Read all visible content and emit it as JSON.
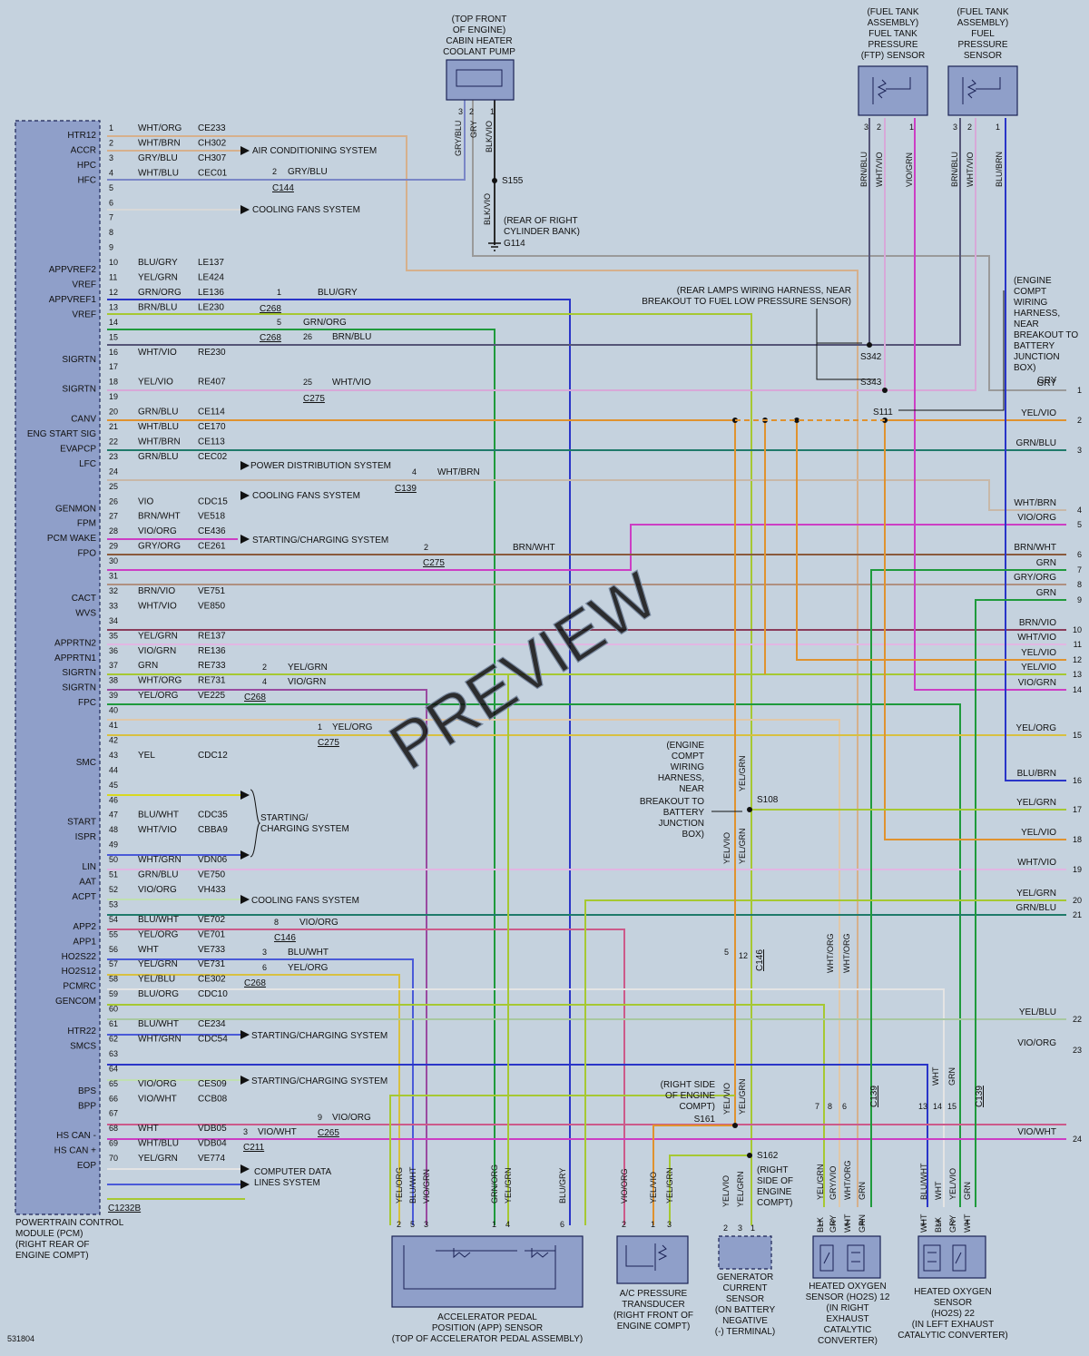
{
  "diagram_id": "531804",
  "watermark": "PREVIEW",
  "pcm": {
    "caption": [
      "POWERTRAIN CONTROL",
      "MODULE (PCM)",
      "(RIGHT REAR OF",
      "ENGINE COMPT)"
    ],
    "connector": "C1232B",
    "pins": [
      {
        "n": "1",
        "sig": "HTR12",
        "col": "WHT/ORG",
        "circ": "CE233"
      },
      {
        "n": "2",
        "sig": "ACCR",
        "col": "WHT/BRN",
        "circ": "CH302"
      },
      {
        "n": "3",
        "sig": "HPC",
        "col": "GRY/BLU",
        "circ": "CH307"
      },
      {
        "n": "4",
        "sig": "HFC",
        "col": "WHT/BLU",
        "circ": "CEC01"
      },
      {
        "n": "5",
        "sig": "",
        "col": "",
        "circ": ""
      },
      {
        "n": "6",
        "sig": "",
        "col": "",
        "circ": ""
      },
      {
        "n": "7",
        "sig": "",
        "col": "",
        "circ": ""
      },
      {
        "n": "8",
        "sig": "",
        "col": "",
        "circ": ""
      },
      {
        "n": "9",
        "sig": "",
        "col": "",
        "circ": ""
      },
      {
        "n": "10",
        "sig": "APPVREF2",
        "col": "BLU/GRY",
        "circ": "LE137"
      },
      {
        "n": "11",
        "sig": "VREF",
        "col": "YEL/GRN",
        "circ": "LE424"
      },
      {
        "n": "12",
        "sig": "APPVREF1",
        "col": "GRN/ORG",
        "circ": "LE136"
      },
      {
        "n": "13",
        "sig": "VREF",
        "col": "BRN/BLU",
        "circ": "LE230"
      },
      {
        "n": "14",
        "sig": "",
        "col": "",
        "circ": ""
      },
      {
        "n": "15",
        "sig": "",
        "col": "",
        "circ": ""
      },
      {
        "n": "16",
        "sig": "SIGRTN",
        "col": "WHT/VIO",
        "circ": "RE230"
      },
      {
        "n": "17",
        "sig": "",
        "col": "",
        "circ": ""
      },
      {
        "n": "18",
        "sig": "SIGRTN",
        "col": "YEL/VIO",
        "circ": "RE407"
      },
      {
        "n": "19",
        "sig": "",
        "col": "",
        "circ": ""
      },
      {
        "n": "20",
        "sig": "CANV",
        "col": "GRN/BLU",
        "circ": "CE114"
      },
      {
        "n": "21",
        "sig": "ENG START SIG",
        "col": "WHT/BLU",
        "circ": "CE170"
      },
      {
        "n": "22",
        "sig": "EVAPCP",
        "col": "WHT/BRN",
        "circ": "CE113"
      },
      {
        "n": "23",
        "sig": "LFC",
        "col": "GRN/BLU",
        "circ": "CEC02"
      },
      {
        "n": "24",
        "sig": "",
        "col": "",
        "circ": ""
      },
      {
        "n": "25",
        "sig": "",
        "col": "",
        "circ": ""
      },
      {
        "n": "26",
        "sig": "GENMON",
        "col": "VIO",
        "circ": "CDC15"
      },
      {
        "n": "27",
        "sig": "FPM",
        "col": "BRN/WHT",
        "circ": "VE518"
      },
      {
        "n": "28",
        "sig": "PCM WAKE",
        "col": "VIO/ORG",
        "circ": "CE436"
      },
      {
        "n": "29",
        "sig": "FPO",
        "col": "GRY/ORG",
        "circ": "CE261"
      },
      {
        "n": "30",
        "sig": "",
        "col": "",
        "circ": ""
      },
      {
        "n": "31",
        "sig": "",
        "col": "",
        "circ": ""
      },
      {
        "n": "32",
        "sig": "CACT",
        "col": "BRN/VIO",
        "circ": "VE751"
      },
      {
        "n": "33",
        "sig": "WVS",
        "col": "WHT/VIO",
        "circ": "VE850"
      },
      {
        "n": "34",
        "sig": "",
        "col": "",
        "circ": ""
      },
      {
        "n": "35",
        "sig": "APPRTN2",
        "col": "YEL/GRN",
        "circ": "RE137"
      },
      {
        "n": "36",
        "sig": "APPRTN1",
        "col": "VIO/GRN",
        "circ": "RE136"
      },
      {
        "n": "37",
        "sig": "SIGRTN",
        "col": "GRN",
        "circ": "RE733"
      },
      {
        "n": "38",
        "sig": "SIGRTN",
        "col": "WHT/ORG",
        "circ": "RE731"
      },
      {
        "n": "39",
        "sig": "FPC",
        "col": "YEL/ORG",
        "circ": "VE225"
      },
      {
        "n": "40",
        "sig": "",
        "col": "",
        "circ": ""
      },
      {
        "n": "41",
        "sig": "",
        "col": "",
        "circ": ""
      },
      {
        "n": "42",
        "sig": "",
        "col": "",
        "circ": ""
      },
      {
        "n": "43",
        "sig": "SMC",
        "col": "YEL",
        "circ": "CDC12"
      },
      {
        "n": "44",
        "sig": "",
        "col": "",
        "circ": ""
      },
      {
        "n": "45",
        "sig": "",
        "col": "",
        "circ": ""
      },
      {
        "n": "46",
        "sig": "",
        "col": "",
        "circ": ""
      },
      {
        "n": "47",
        "sig": "START",
        "col": "BLU/WHT",
        "circ": "CDC35"
      },
      {
        "n": "48",
        "sig": "ISPR",
        "col": "WHT/VIO",
        "circ": "CBBA9"
      },
      {
        "n": "49",
        "sig": "",
        "col": "",
        "circ": ""
      },
      {
        "n": "50",
        "sig": "LIN",
        "col": "WHT/GRN",
        "circ": "VDN06"
      },
      {
        "n": "51",
        "sig": "AAT",
        "col": "GRN/BLU",
        "circ": "VE750"
      },
      {
        "n": "52",
        "sig": "ACPT",
        "col": "VIO/ORG",
        "circ": "VH433"
      },
      {
        "n": "53",
        "sig": "",
        "col": "",
        "circ": ""
      },
      {
        "n": "54",
        "sig": "APP2",
        "col": "BLU/WHT",
        "circ": "VE702"
      },
      {
        "n": "55",
        "sig": "APP1",
        "col": "YEL/ORG",
        "circ": "VE701"
      },
      {
        "n": "56",
        "sig": "HO2S22",
        "col": "WHT",
        "circ": "VE733"
      },
      {
        "n": "57",
        "sig": "HO2S12",
        "col": "YEL/GRN",
        "circ": "VE731"
      },
      {
        "n": "58",
        "sig": "PCMRC",
        "col": "YEL/BLU",
        "circ": "CE302"
      },
      {
        "n": "59",
        "sig": "GENCOM",
        "col": "BLU/ORG",
        "circ": "CDC10"
      },
      {
        "n": "60",
        "sig": "",
        "col": "",
        "circ": ""
      },
      {
        "n": "61",
        "sig": "HTR22",
        "col": "BLU/WHT",
        "circ": "CE234"
      },
      {
        "n": "62",
        "sig": "SMCS",
        "col": "WHT/GRN",
        "circ": "CDC54"
      },
      {
        "n": "63",
        "sig": "",
        "col": "",
        "circ": ""
      },
      {
        "n": "64",
        "sig": "",
        "col": "",
        "circ": ""
      },
      {
        "n": "65",
        "sig": "BPS",
        "col": "VIO/ORG",
        "circ": "CES09"
      },
      {
        "n": "66",
        "sig": "BPP",
        "col": "VIO/WHT",
        "circ": "CCB08"
      },
      {
        "n": "67",
        "sig": "",
        "col": "",
        "circ": ""
      },
      {
        "n": "68",
        "sig": "HS CAN -",
        "col": "WHT",
        "circ": "VDB05"
      },
      {
        "n": "69",
        "sig": "HS CAN +",
        "col": "WHT/BLU",
        "circ": "VDB04"
      },
      {
        "n": "70",
        "sig": "EOP",
        "col": "YEL/GRN",
        "circ": "VE774"
      }
    ]
  },
  "system_refs": {
    "ac": "AIR CONDITIONING SYSTEM",
    "fans": "COOLING FANS SYSTEM",
    "power": "POWER DISTRIBUTION SYSTEM",
    "startchg": "STARTING/CHARGING SYSTEM",
    "startchg_split": [
      "STARTING/",
      "CHARGING SYSTEM"
    ],
    "cdl": [
      "COMPUTER DATA",
      "LINES SYSTEM"
    ]
  },
  "connectors": {
    "c144": "C144",
    "c268": "C268",
    "c275": "C275",
    "c139": "C139",
    "c146": "C146",
    "c265": "C265",
    "c211": "C211"
  },
  "inline_labels": {
    "c144_wire": "GRY/BLU",
    "c268_10": "BLU/GRY",
    "c268_12": "GRN/ORG",
    "c268_13": "BRN/BLU",
    "c275_16": "WHT/VIO",
    "c139_22": "WHT/BRN",
    "c275_27": "BRN/WHT",
    "c268_35": "YEL/GRN",
    "c268_36": "VIO/GRN",
    "c275_39": "YEL/ORG",
    "c146_52": "VIO/ORG",
    "c268_54": "BLU/WHT",
    "c268_55": "YEL/ORG",
    "c265_65": "VIO/ORG",
    "c211_66": "VIO/WHT"
  },
  "cavities": {
    "c144_3": "2",
    "c268_10": "1",
    "c268_12": "5",
    "c268_13": "26",
    "c275_16": "25",
    "c139_22": "4",
    "c275_27": "2",
    "c268_35": "2",
    "c268_36": "4",
    "c275_39": "1",
    "c146_52": "8",
    "c268_54": "3",
    "c268_55": "6",
    "c265_65": "9",
    "c211_66": "3"
  },
  "components": {
    "pump": {
      "caption": [
        "(TOP FRONT",
        "OF ENGINE)",
        "CABIN HEATER",
        "COOLANT PUMP"
      ],
      "pins": [
        "3",
        "2",
        "1"
      ],
      "wires": [
        "GRY/BLU",
        "GRY",
        "BLK/VIO"
      ]
    },
    "ftp": {
      "caption": [
        "(FUEL TANK",
        "ASSEMBLY)",
        "FUEL TANK",
        "PRESSURE",
        "(FTP) SENSOR"
      ],
      "pins": [
        "3",
        "2",
        "1"
      ],
      "wires": [
        "BRN/BLU",
        "WHT/VIO",
        "VIO/GRN"
      ]
    },
    "fps": {
      "caption": [
        "(FUEL TANK",
        "ASSEMBLY)",
        "FUEL",
        "PRESSURE",
        "SENSOR"
      ],
      "pins": [
        "3",
        "2",
        "1"
      ],
      "wires": [
        "BRN/BLU",
        "WHT/VIO",
        "BLU/BRN"
      ]
    },
    "app": {
      "caption": [
        "ACCELERATOR PEDAL",
        "POSITION (APP) SENSOR",
        "(TOP OF ACCELERATOR PEDAL ASSEMBLY)"
      ],
      "pins": [
        "2",
        "5",
        "3",
        "1",
        "4",
        "6"
      ],
      "wires": [
        "YEL/ORG",
        "BLU/WHT",
        "VIO/GRN",
        "GRN/ORG",
        "YEL/GRN",
        "BLU/GRY"
      ]
    },
    "acp": {
      "caption": [
        "A/C PRESSURE",
        "TRANSDUCER",
        "(RIGHT FRONT OF",
        "ENGINE COMPT)"
      ],
      "pins": [
        "2",
        "1",
        "3"
      ],
      "wires": [
        "VIO/ORG",
        "YEL/VIO",
        "YEL/GRN"
      ]
    },
    "gen": {
      "caption": [
        "GENERATOR",
        "CURRENT",
        "SENSOR",
        "(ON BATTERY",
        "NEGATIVE",
        "(-) TERMINAL)"
      ],
      "pins": [
        "2",
        "3",
        "1"
      ],
      "wires": [
        "YEL/VIO",
        "YEL/GRN"
      ]
    },
    "ho2s12": {
      "caption": [
        "HEATED OXYGEN",
        "SENSOR (HO2S) 12",
        "(IN RIGHT",
        "EXHAUST",
        "CATALYTIC",
        "CONVERTER)"
      ],
      "pins": [
        "1",
        "3",
        "2",
        "4"
      ],
      "wires": [
        "BLK",
        "GRY",
        "WHT",
        "GRN"
      ],
      "harness": [
        "YEL/GRN",
        "GRY/VIO",
        "WHT/ORG",
        "GRN"
      ],
      "harness_pins": [
        "7",
        "8",
        "6"
      ],
      "conn": "C139"
    },
    "ho2s22": {
      "caption": [
        "HEATED OXYGEN",
        "SENSOR",
        "(HO2S) 22",
        "(IN LEFT EXHAUST",
        "CATALYTIC CONVERTER)"
      ],
      "pins": [
        "1",
        "3",
        "2",
        "4"
      ],
      "wires": [
        "WHT",
        "BLK",
        "GRY",
        "WHT"
      ],
      "harness": [
        "BLU/WHT",
        "WHT",
        "YEL/VIO",
        "GRN"
      ],
      "harness_pins": [
        "13",
        "14",
        "15"
      ],
      "conn": "C139"
    }
  },
  "splices": {
    "s155": "S155",
    "g114": "G114",
    "g114_note": [
      "(REAR OF RIGHT",
      "CYLINDER BANK)"
    ],
    "s342": "S342",
    "s343": "S343",
    "s111": "S111",
    "s108": "S108",
    "s161": "S161",
    "s162": "S162",
    "s342_note": [
      "(REAR LAMPS WIRING HARNESS, NEAR",
      "BREAKOUT TO FUEL LOW PRESSURE SENSOR)"
    ],
    "s111_note": [
      "(ENGINE",
      "COMPT",
      "WIRING",
      "HARNESS,",
      "NEAR",
      "BREAKOUT TO",
      "BATTERY",
      "JUNCTION",
      "BOX)"
    ],
    "s108_note": [
      "(ENGINE",
      "COMPT",
      "WIRING",
      "HARNESS,",
      "NEAR",
      "BREAKOUT TO",
      "BATTERY",
      "JUNCTION",
      "BOX)"
    ],
    "s161_note": [
      "(RIGHT SIDE",
      "OF ENGINE",
      "COMPT)"
    ],
    "s162_note": [
      "(RIGHT",
      "SIDE OF",
      "ENGINE",
      "COMPT)"
    ],
    "s108_wires": [
      "YEL/GRN",
      "YEL/VIO",
      "YEL/GRN"
    ],
    "c146_pins": [
      "5",
      "12"
    ],
    "s161_wires": [
      "YEL/VIO",
      "YEL/GRN"
    ],
    "ho2_mid_wires": [
      "WHT/ORG",
      "WHT/ORG"
    ],
    "c139_right_wires": [
      "WHT",
      "GRN"
    ],
    "s111_gry": "GRY"
  },
  "right_refs": [
    {
      "n": "1",
      "label": "GRY"
    },
    {
      "n": "2",
      "label": "YEL/VIO"
    },
    {
      "n": "3",
      "label": "GRN/BLU"
    },
    {
      "n": "4",
      "label": "WHT/BRN"
    },
    {
      "n": "5",
      "label": "VIO/ORG"
    },
    {
      "n": "6",
      "label": "BRN/WHT"
    },
    {
      "n": "7",
      "label": "GRN"
    },
    {
      "n": "8",
      "label": "GRY/ORG"
    },
    {
      "n": "9",
      "label": "GRN"
    },
    {
      "n": "10",
      "label": "BRN/VIO"
    },
    {
      "n": "11",
      "label": "WHT/VIO"
    },
    {
      "n": "12",
      "label": "YEL/VIO"
    },
    {
      "n": "13",
      "label": "YEL/VIO"
    },
    {
      "n": "14",
      "label": "VIO/GRN"
    },
    {
      "n": "15",
      "label": "YEL/ORG"
    },
    {
      "n": "16",
      "label": "BLU/BRN"
    },
    {
      "n": "17",
      "label": "YEL/GRN"
    },
    {
      "n": "18",
      "label": "YEL/VIO"
    },
    {
      "n": "19",
      "label": "WHT/VIO"
    },
    {
      "n": "20",
      "label": "YEL/GRN"
    },
    {
      "n": "21",
      "label": "GRN/BLU"
    },
    {
      "n": "22",
      "label": "YEL/BLU"
    },
    {
      "n": "23",
      "label": "VIO/ORG"
    },
    {
      "n": "24",
      "label": "VIO/WHT"
    }
  ],
  "colors": {
    "background": "#c5d2de",
    "module": "#8f9fc9",
    "wire_blue": "#2a35c8",
    "wire_green": "#1f9a3c",
    "wire_yellowgreen": "#a6c832",
    "wire_violet": "#cc3ec4",
    "wire_orange": "#e0922e",
    "wire_brown": "#8a5a3c",
    "wire_gray": "#6c6c6c",
    "wire_white": "#e4e4e4",
    "wire_yellow": "#d8d820"
  }
}
